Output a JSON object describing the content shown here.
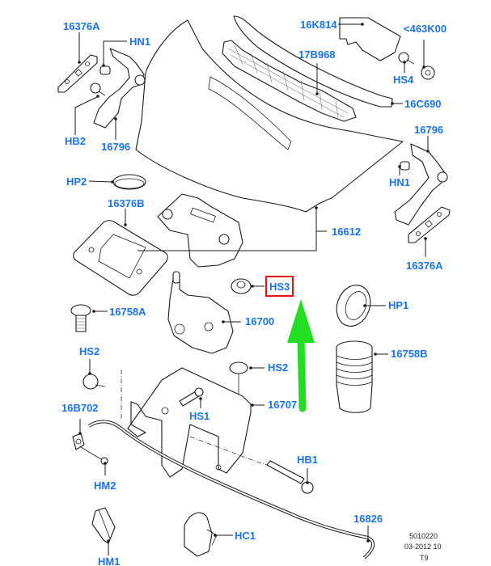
{
  "diagram": {
    "title": "Hood assembly exploded parts diagram",
    "highlight": {
      "part": "HS3",
      "box_color": "#e81010",
      "arrow_color": "#22dd22"
    },
    "label_color": "#1a73e8",
    "labels": {
      "l_16376A_left": "16376A",
      "l_HN1_left": "HN1",
      "l_HB2": "HB2",
      "l_16796_left": "16796",
      "l_16K814": "16K814",
      "l_463K00": "<463K00",
      "l_17B968": "17B968",
      "l_HS4": "HS4",
      "l_16C690": "16C690",
      "l_16796_right": "16796",
      "l_HN1_right": "HN1",
      "l_HP2": "HP2",
      "l_16376B": "16376B",
      "l_16612": "16612",
      "l_16376A_right": "16376A",
      "l_HS3": "HS3",
      "l_16758A": "16758A",
      "l_16700": "16700",
      "l_HP1": "HP1",
      "l_16758B": "16758B",
      "l_HS2_left": "HS2",
      "l_HS2_right": "HS2",
      "l_16707": "16707",
      "l_16B702": "16B702",
      "l_HS1": "HS1",
      "l_HM2": "HM2",
      "l_HB1": "HB1",
      "l_16826": "16826",
      "l_HM1": "HM1",
      "l_HC1": "HC1"
    },
    "stamp": {
      "line1": "5010220",
      "line2": "03-2012 10",
      "line3": "T9"
    }
  }
}
